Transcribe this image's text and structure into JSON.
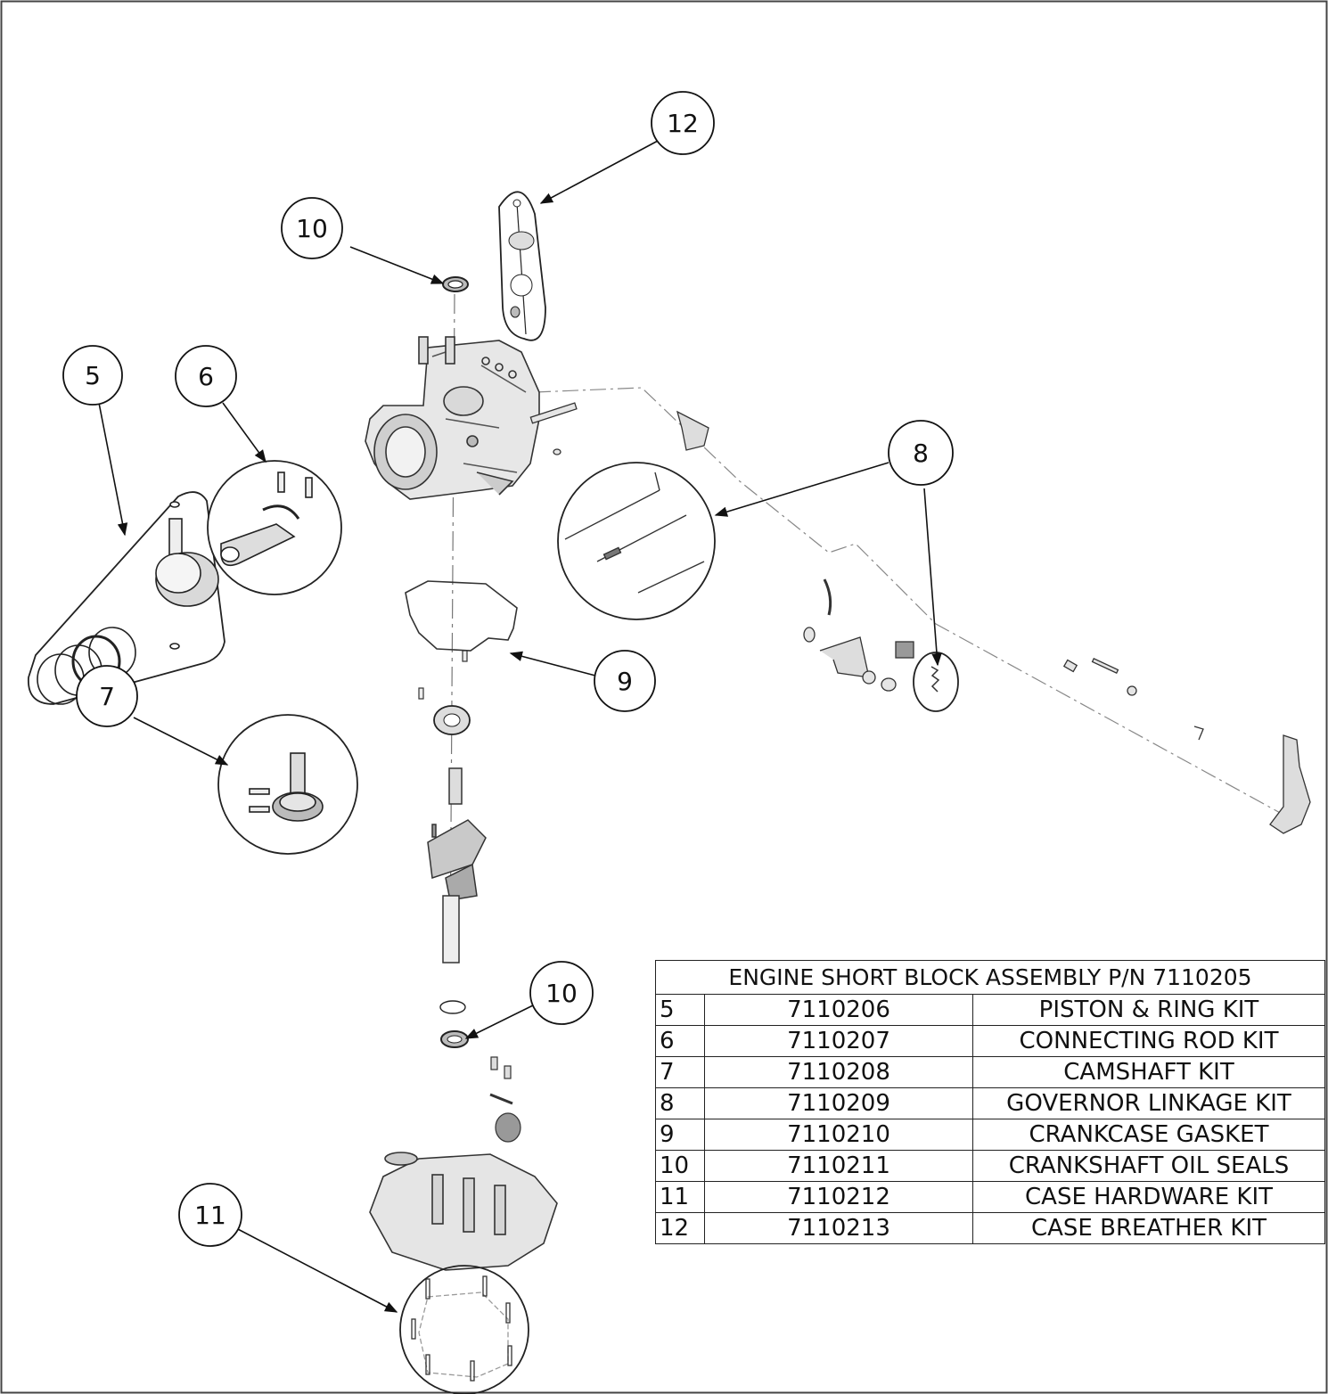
{
  "diagram": {
    "callouts": [
      "12",
      "10",
      "5",
      "6",
      "8",
      "9",
      "7",
      "10",
      "11"
    ]
  },
  "table": {
    "title": "ENGINE SHORT BLOCK ASSEMBLY P/N 7110205",
    "rows": [
      {
        "item": "5",
        "part_number": "7110206",
        "description": "PISTON & RING KIT"
      },
      {
        "item": "6",
        "part_number": "7110207",
        "description": "CONNECTING ROD KIT"
      },
      {
        "item": "7",
        "part_number": "7110208",
        "description": "CAMSHAFT KIT"
      },
      {
        "item": "8",
        "part_number": "7110209",
        "description": "GOVERNOR LINKAGE KIT"
      },
      {
        "item": "9",
        "part_number": "7110210",
        "description": "CRANKCASE GASKET"
      },
      {
        "item": "10",
        "part_number": "7110211",
        "description": "CRANKSHAFT OIL SEALS"
      },
      {
        "item": "11",
        "part_number": "7110212",
        "description": "CASE HARDWARE KIT"
      },
      {
        "item": "12",
        "part_number": "7110213",
        "description": "CASE BREATHER KIT"
      }
    ]
  }
}
